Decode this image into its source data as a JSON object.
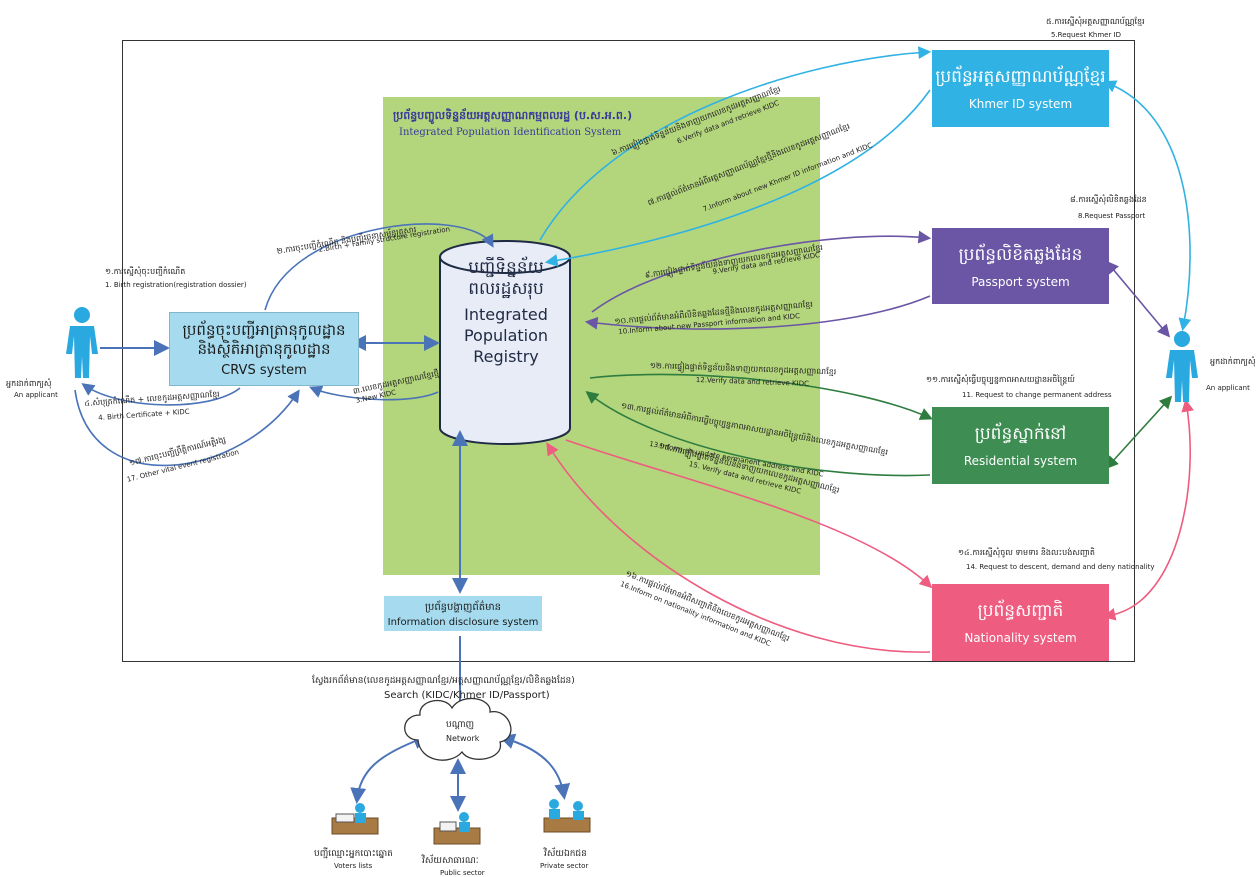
{
  "frame": {},
  "ipis": {
    "title_km": "ប្រព័ន្ធបញ្ចូលទិន្នន័យអត្តសញ្ញាណកម្មពលរដ្ឋ (ប.ស.អ.ព.)",
    "title_en": "Integrated Population Identification System"
  },
  "registry": {
    "title_km_1": "បញ្ជីទិន្នន័យ",
    "title_km_2": "ពលរដ្ឋសរុប",
    "title_en_1": "Integrated",
    "title_en_2": "Population",
    "title_en_3": "Registry"
  },
  "systems": {
    "crvs": {
      "km_1": "ប្រព័ន្ធចុះបញ្ជីអាត្រានុកូលដ្ឋាន",
      "km_2": "និងស្ថិតិអាត្រានុកូលដ្ឋាន",
      "en": "CRVS system"
    },
    "khmer_id": {
      "km": "ប្រព័ន្ធអត្តសញ្ញាណប័ណ្ណខ្មែរ",
      "en": "Khmer ID system"
    },
    "passport": {
      "km": "ប្រព័ន្ធលិខិតឆ្លងដែន",
      "en": "Passport system"
    },
    "residential": {
      "km": "ប្រព័ន្ធស្នាក់នៅ",
      "en": "Residential system"
    },
    "nationality": {
      "km": "ប្រព័ន្ធសញ្ជាតិ",
      "en": "Nationality system"
    },
    "info": {
      "km": "ប្រព័ន្ធបង្ហាញព័ត៌មាន",
      "en": "Information disclosure system"
    }
  },
  "applicants": {
    "left_km": "អ្នកដាក់ពាក្យសុំ",
    "left_en": "An applicant",
    "right_km": "អ្នកដាក់ពាក្យសុំ",
    "right_en": "An applicant"
  },
  "flows": {
    "f1_km": "១.ការស្នើសុំចុះបញ្ជីកំណើត",
    "f1_en": "1. Birth registration(registration dossier)",
    "f2_km": "២.ការចុះបញ្ជីកំណើត និងបញ្ជីរចនាសម្ព័ន្ធគ្រួសារ",
    "f2_en": "2.Birth + Family structure registration",
    "f3_km": "៣.លេខកូដអត្តសញ្ញាណខ្មែរថ្មី",
    "f3_en": "3.New KIDC",
    "f4_km": "៤.សំបុត្រកំណើត + លេខកូដអត្តសញ្ញាណខ្មែរ",
    "f4_en": "4. Birth Certificate + KIDC",
    "f5_km": "៥.ការស្នើសុំអត្តសញ្ញាណប័ណ្ណខ្មែរ",
    "f5_en": "5.Request Khmer ID",
    "f6_km": "៦.ការផ្ទៀងផ្ទាត់ទិន្នន័យនិងទាញយកលេខកូដអត្តសញ្ញាណខ្មែរ",
    "f6_en": "6.Verify data and retrieve KIDC",
    "f7_km": "៧.ការផ្តល់ព័ត៌មានអំពីអត្តសញ្ញាណប័ណ្ណខ្មែរថ្មីនិងលេខកូដអត្តសញ្ញាណខ្មែរ",
    "f7_en": "7.Inform about new Khmer ID information and KIDC",
    "f8_km": "៨.ការស្នើសុំលិខិតឆ្លងដែន",
    "f8_en": "8.Request Passport",
    "f9_km": "៩.ការផ្ទៀងផ្ទាត់ទិន្នន័យនិងទាញយកលេខកូដអត្តសញ្ញាណខ្មែរ",
    "f9_en": "9.Verify data and retrieve KIDC",
    "f10_km": "១០.ការផ្តល់ព័ត៌មានអំពីលិខិតឆ្លងដែនថ្មីនិងលេខកូដអត្តសញ្ញាណខ្មែរ",
    "f10_en": "10.Inform about new Passport information and KIDC",
    "f11_km": "១១.ការស្នើសុំធ្វើបច្ចុប្បន្នភាពអាសយដ្ឋានអចិន្ត្រៃយ៍",
    "f11_en": "11. Request to change permanent address",
    "f12_km": "១២.ការផ្ទៀងផ្ទាត់ទិន្នន័យនិងទាញយកលេខកូដអត្តសញ្ញាណខ្មែរ",
    "f12_en": "12.Verify data and retrieve KIDC",
    "f13_km": "១៣.ការផ្តល់ព័ត៌មានអំពីការធ្វើបច្ចុប្បន្នភាពអាសយដ្ឋានអចិន្ត្រៃយ៍និងលេខកូដអត្តសញ្ញាណខ្មែរ",
    "f13_en": "13.Inform on update permanent address and KIDC",
    "f14_km": "១៤.ការស្នើសុំចូល ទាមទារ និងលះបង់សញ្ជាតិ",
    "f14_en": "14. Request to descent, demand and deny nationality",
    "f15_km": "១៥.ការផ្ទៀងផ្ទាត់ទិន្នន័យនិងទាញយកលេខកូដអត្តសញ្ញាណខ្មែរ",
    "f15_en": "15. Verify data and retrieve KIDC",
    "f16_km": "១៦.ការផ្តល់ព័ត៌មានអំពីសញ្ជាតិនិងលេខកូដអត្តសញ្ញាណខ្មែរ",
    "f16_en": "16.Inform on nationality information and KIDC",
    "f17_km": "១៧.ការចុះបញ្ជីព្រឹត្តិការណ៍អត្តិរង្ស",
    "f17_en": "17. Other vital event registration"
  },
  "search": {
    "km": "ស្វែងរកព័ត៌មាន(លេខកូដអត្តសញ្ញាណខ្មែរ/អត្តសញ្ញាណប័ណ្ណខ្មែរ/លិខិតឆ្លងដែន)",
    "en": "Search (KIDC/Khmer ID/Passport)"
  },
  "network": {
    "km": "បណ្តាញ",
    "en": "Network"
  },
  "sectors": {
    "voters_km": "បញ្ជីឈ្មោះអ្នកបោះឆ្នោត",
    "voters_en": "Voters lists",
    "public_km": "វិស័យសាធារណៈ",
    "public_en": "Public sector",
    "private_km": "វិស័យឯកជន",
    "private_en": "Private sector"
  },
  "colors": {
    "khmer_id": "#30b2e4",
    "passport": "#6a56a5",
    "residential": "#3e8e54",
    "nationality": "#ee5c80",
    "crvs": "#a6dbef",
    "ipis": "#b3d57c",
    "arrow": "#4a73b8"
  }
}
